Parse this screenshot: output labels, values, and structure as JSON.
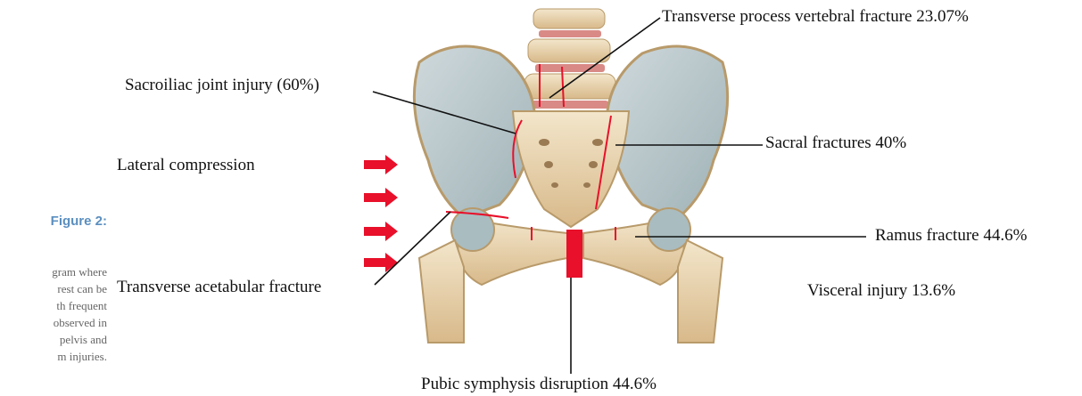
{
  "caption": {
    "title": "Figure 2:",
    "lines": [
      "gram where",
      "rest can be",
      "th frequent",
      "observed in",
      "pelvis and",
      "m injuries."
    ]
  },
  "labels": {
    "transverse_process": "Transverse process vertebral fracture 23.07%",
    "sacroiliac": "Sacroiliac joint injury (60%)",
    "sacral": "Sacral fractures 40%",
    "lateral_compression": "Lateral compression",
    "ramus": "Ramus fracture 44.6%",
    "acetabular": "Transverse acetabular fracture",
    "visceral": "Visceral injury 13.6%",
    "pubic_symphysis": "Pubic symphysis disruption 44.6%"
  },
  "colors": {
    "fracture": "#e8102a",
    "bone": "#e9d5b0",
    "leader": "#111111",
    "caption_title": "#5b8fc0"
  }
}
